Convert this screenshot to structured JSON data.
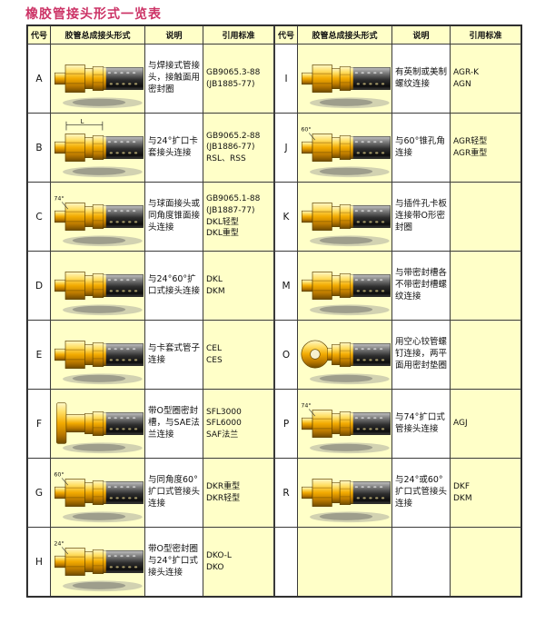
{
  "page": {
    "title": "橡胶管接头形式一览表",
    "title_color": "#cc3366"
  },
  "table": {
    "headers": [
      "代号",
      "胶管总成接头形式",
      "说明",
      "引用标准"
    ],
    "cell_yellow": "#ffffc8",
    "left_rows": [
      {
        "code": "A",
        "illustration": "hose-fitting",
        "annotation": "",
        "desc": "与焊接式管接头，接触面用密封圈",
        "std": "GB9065.3-88\n(JB1885-77)"
      },
      {
        "code": "B",
        "illustration": "hose-fitting",
        "annotation": "L",
        "desc": "与24°扩口卡套接头连接",
        "std": "GB9065.2-88\n(JB1886-77)\nRSL、RSS"
      },
      {
        "code": "C",
        "illustration": "hose-fitting",
        "annotation": "74°",
        "desc": "与球面接头或同角度锥面接头连接",
        "std": "GB9065.1-88\n(JB1887-77)\nDKL轻型\nDKL重型"
      },
      {
        "code": "D",
        "illustration": "hose-fitting",
        "annotation": "",
        "desc": "与24°60°扩口式接头连接",
        "std": "DKL\nDKM"
      },
      {
        "code": "E",
        "illustration": "hose-fitting",
        "annotation": "",
        "desc": "与卡套式管子连接",
        "std": "CEL\nCES"
      },
      {
        "code": "F",
        "illustration": "hose-fitting-flange",
        "annotation": "",
        "desc": "带O型圈密封槽，与SAE法兰连接",
        "std": "SFL3000\nSFL6000\nSAF法兰"
      },
      {
        "code": "G",
        "illustration": "hose-fitting",
        "annotation": "60°",
        "desc": "与同角度60°扩口式管接头连接",
        "std": "DKR重型\nDKR轻型"
      },
      {
        "code": "H",
        "illustration": "hose-fitting",
        "annotation": "24°",
        "desc": "带O型密封圈与24°扩口式接头连接",
        "std": "DKO-L\nDKO"
      }
    ],
    "right_rows": [
      {
        "code": "I",
        "illustration": "hose-fitting",
        "annotation": "",
        "desc": "有英制或美制螺纹连接",
        "std": "AGR-K\nAGN"
      },
      {
        "code": "J",
        "illustration": "hose-fitting",
        "annotation": "60°",
        "desc": "与60°锥孔角连接",
        "std": "AGR轻型\nAGR重型"
      },
      {
        "code": "K",
        "illustration": "hose-fitting",
        "annotation": "",
        "desc": "与插件孔卡板连接带O形密封圈",
        "std": ""
      },
      {
        "code": "M",
        "illustration": "hose-fitting",
        "annotation": "",
        "desc": "与带密封槽各不带密封槽螺纹连接",
        "std": ""
      },
      {
        "code": "O",
        "illustration": "hose-fitting-banjo",
        "annotation": "",
        "desc": "用空心铰管螺钉连接，两平面用密封垫圈",
        "std": ""
      },
      {
        "code": "P",
        "illustration": "hose-fitting",
        "annotation": "74°",
        "desc": "与74°扩口式管接头连接",
        "std": "AGJ"
      },
      {
        "code": "R",
        "illustration": "hose-fitting",
        "annotation": "",
        "desc": "与24°或60°扩口式管接头连接",
        "std": "DKF\nDKM"
      },
      {
        "code": "",
        "illustration": "",
        "annotation": "",
        "desc": "",
        "std": ""
      }
    ]
  }
}
